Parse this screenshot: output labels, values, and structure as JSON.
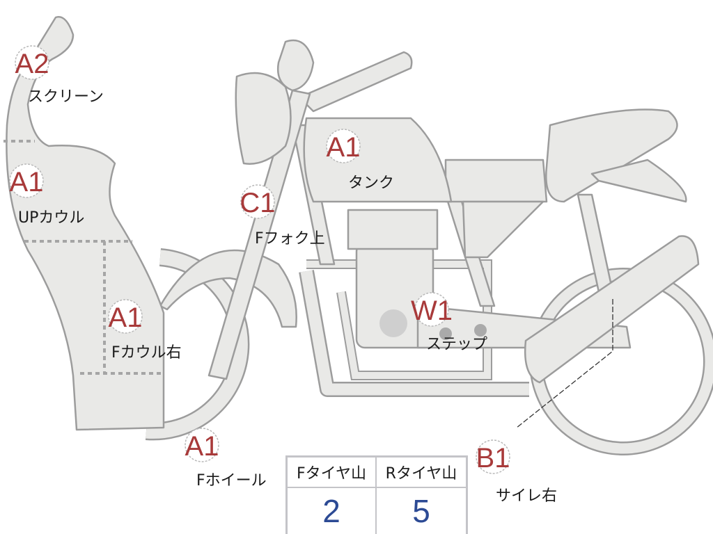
{
  "parts": [
    {
      "code": "A2",
      "label": "スクリーン"
    },
    {
      "code": "A1",
      "label": "UPカウル"
    },
    {
      "code": "C1",
      "label": "Fフォク上"
    },
    {
      "code": "A1",
      "label": "タンク"
    },
    {
      "code": "A1",
      "label": "Fカウル右"
    },
    {
      "code": "W1",
      "label": "ステップ"
    },
    {
      "code": "A1",
      "label": "Fホイール"
    },
    {
      "code": "B1",
      "label": "サイレ右"
    }
  ],
  "tire_table": {
    "headers": [
      "Fタイヤ山",
      "Rタイヤ山"
    ],
    "values": [
      "2",
      "5"
    ]
  },
  "colors": {
    "code": "#a83a3a",
    "value": "#2c4a94",
    "part_fill": "#e9e9e7"
  }
}
